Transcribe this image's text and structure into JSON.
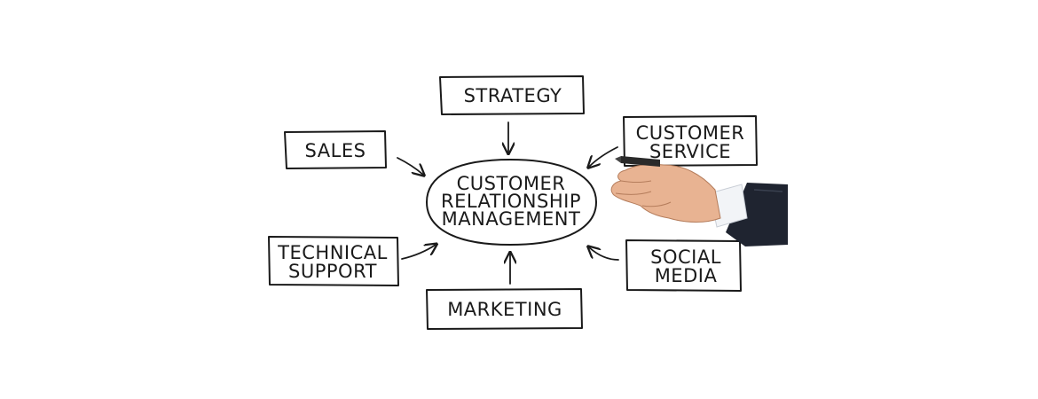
{
  "diagram": {
    "center": [
      "CUSTOMER",
      "RELATIONSHIP",
      "MANAGEMENT"
    ],
    "nodes": {
      "strategy": [
        "STRATEGY"
      ],
      "sales": [
        "SALES"
      ],
      "customer_service": [
        "CUSTOMER",
        "SERVICE"
      ],
      "technical_support": [
        "TECHNICAL",
        "SUPPORT"
      ],
      "marketing": [
        "MARKETING"
      ],
      "social_media": [
        "SOCIAL",
        "MEDIA"
      ]
    },
    "colors": {
      "ink": "#1a1a1a",
      "background": "#ffffff",
      "skin": "#e8b392",
      "suit": "#1f2430",
      "cuff": "#f2f4f7"
    },
    "illustration": "hand-holding-marker-icon"
  }
}
